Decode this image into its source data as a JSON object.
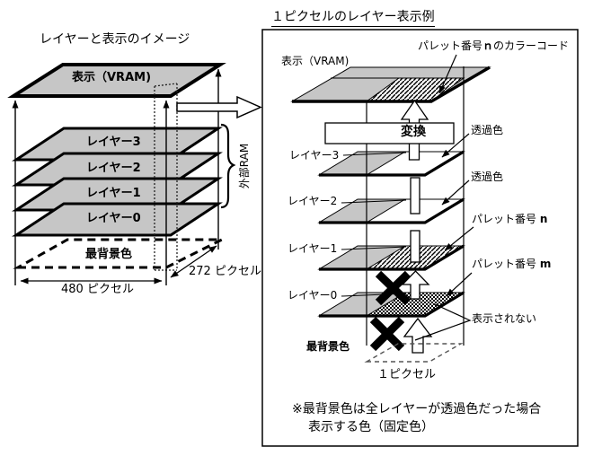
{
  "left_panel": {
    "title": "レイヤーと表示のイメージ",
    "vram_label": "表示（VRAM)",
    "layers": [
      "レイヤー3",
      "レイヤー2",
      "レイヤー1",
      "レイヤー0"
    ],
    "background_label": "最背景色",
    "external_ram_label": "外部RAM",
    "width_label": "480 ピクセル",
    "depth_label": "272 ピクセル"
  },
  "right_panel": {
    "title": "１ピクセルのレイヤー表示例",
    "vram_label": "表示（VRAM)",
    "palette_code_label": {
      "prefix": "パレット番号",
      "value": "ｎ",
      "suffix": "のカラーコード"
    },
    "convert_label": "変換",
    "transparent_label_1": "透過色",
    "transparent_label_2": "透過色",
    "layers": [
      "レイヤー3",
      "レイヤー2",
      "レイヤー1",
      "レイヤー0"
    ],
    "palette_n_label": {
      "prefix": "パレット番号 ",
      "value": "n"
    },
    "palette_m_label": {
      "prefix": "パレット番号 ",
      "value": "m"
    },
    "not_displayed_label": "表示されない",
    "background_label": "最背景色",
    "one_pixel_label": "１ピクセル",
    "footnote_line1": "※最背景色は全レイヤーが透過色だった場合",
    "footnote_line2": "表示する色（固定色）"
  },
  "colors": {
    "plane_gray": "#c6c6c6",
    "ink": "#000000",
    "background": "#ffffff"
  }
}
